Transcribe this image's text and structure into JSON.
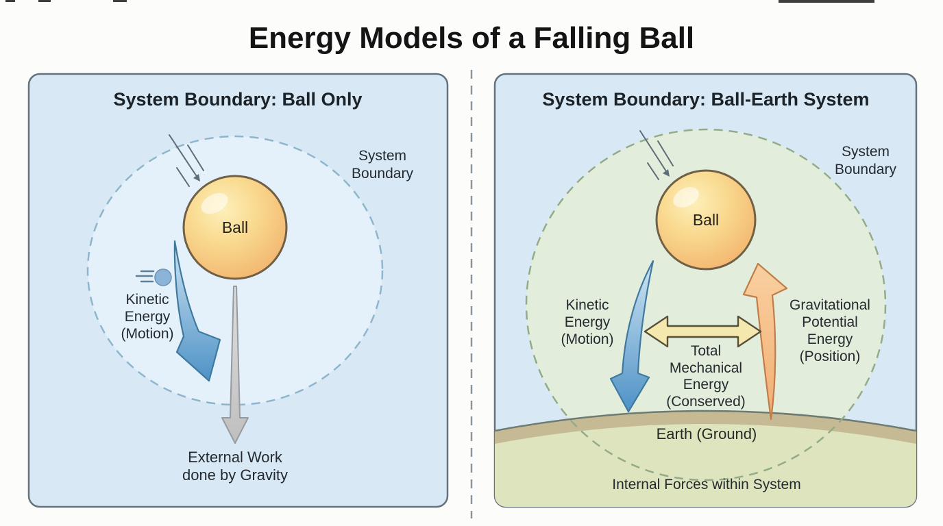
{
  "title": "Energy Models of a Falling Ball",
  "left_panel": {
    "title": "System Boundary: Ball Only",
    "boundary_label": {
      "line1": "System",
      "line2": "Boundary"
    },
    "ball_label": "Ball",
    "kinetic_label": {
      "line1": "Kinetic",
      "line2": "Energy",
      "line3": "(Motion)"
    },
    "external_work_label": {
      "line1": "External Work",
      "line2": "done by Gravity"
    }
  },
  "right_panel": {
    "title": "System Boundary: Ball-Earth System",
    "boundary_label": {
      "line1": "System",
      "line2": "Boundary"
    },
    "ball_label": "Ball",
    "kinetic_label": {
      "line1": "Kinetic",
      "line2": "Energy",
      "line3": "(Motion)"
    },
    "gpe_label": {
      "line1": "Gravitational",
      "line2": "Potential",
      "line3": "Energy",
      "line4": "(Position)"
    },
    "tme_label": {
      "line1": "Total",
      "line2": "Mechanical",
      "line3": "Energy",
      "line4": "(Conserved)"
    },
    "earth_label": "Earth (Ground)",
    "internal_forces_label": "Internal Forces within System"
  },
  "colors": {
    "panel_background": "#d8e9f5",
    "panel_border": "#64727f",
    "left_boundary_fill": "#e4f1fa",
    "left_boundary_dash": "#8fb5cd",
    "right_boundary_fill": "#e2eedb",
    "right_boundary_dash": "#94ab8a",
    "ball_light": "#fdf0bb",
    "ball_dark": "#f2b26c",
    "kinetic_arrow_blue": "#4e92c6",
    "gravity_arrow_gray": "#c9c9c9",
    "gpe_arrow_orange": "#f2ae74",
    "tme_arrow_yellow": "#f5e8ae",
    "earth_band_tan": "#c5ba93",
    "earth_green": "#dde4be",
    "text_color": "#20262b"
  }
}
